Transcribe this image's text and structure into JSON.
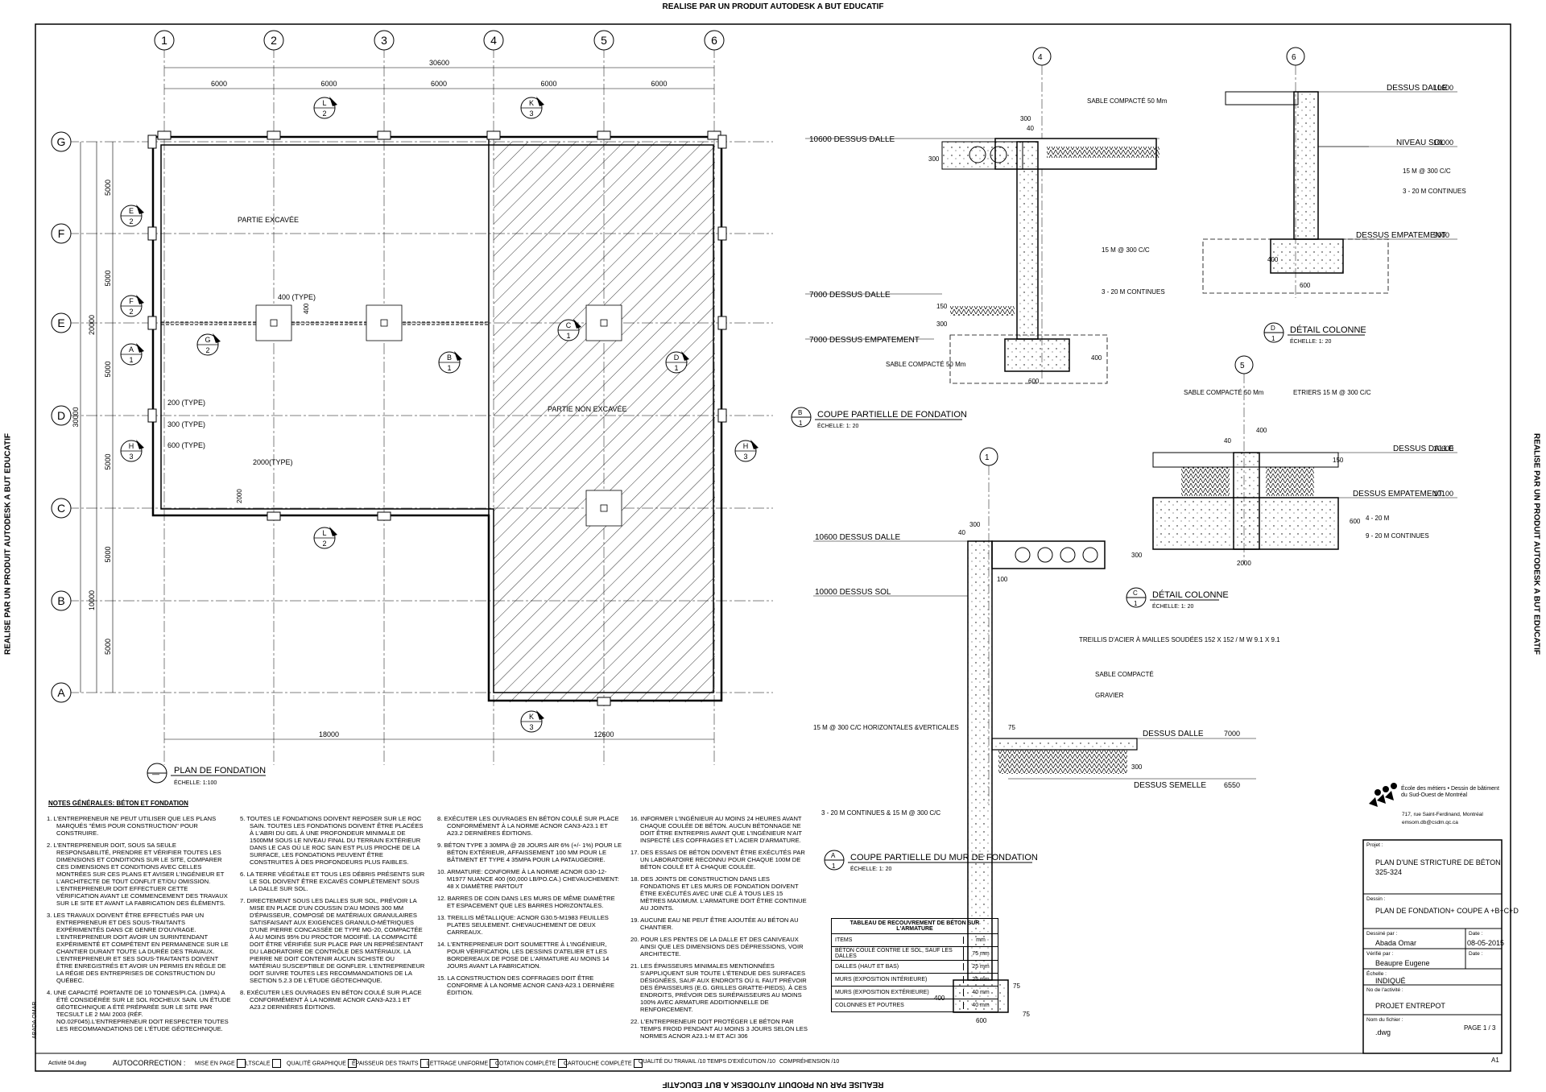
{
  "watermark": "REALISE PAR UN PRODUIT AUTODESK A BUT EDUCATIF",
  "plan": {
    "grid_columns": [
      "1",
      "2",
      "3",
      "4",
      "5",
      "6"
    ],
    "grid_rows": [
      "G",
      "F",
      "E",
      "D",
      "C",
      "B",
      "A"
    ],
    "dim_total": "30600",
    "dim_bays": [
      "6000",
      "6000",
      "6000",
      "6000",
      "6000"
    ],
    "dim_bottom": [
      "18000",
      "12600"
    ],
    "dim_left": [
      "5000",
      "5000",
      "5000",
      "5000",
      "5000",
      "5000"
    ],
    "dim_left_group": [
      "20000",
      "10000"
    ],
    "dim_left_total": "30000",
    "annotations": [
      "PARTIE EXCAVÉE",
      "PARTIE NON EXCAVÉE",
      "400 (TYPE)",
      "400",
      "200 (TYPE)",
      "300 (TYPE)",
      "600 (TYPE)",
      "2000(TYPE)",
      "2000"
    ],
    "section_marks": [
      {
        "top": "L",
        "bot": "2"
      },
      {
        "top": "K",
        "bot": "3"
      },
      {
        "top": "E",
        "bot": "2"
      },
      {
        "top": "F",
        "bot": "2"
      },
      {
        "top": "G",
        "bot": "2"
      },
      {
        "top": "A",
        "bot": "1"
      },
      {
        "top": "B",
        "bot": "1"
      },
      {
        "top": "C",
        "bot": "1"
      },
      {
        "top": "D",
        "bot": "1"
      },
      {
        "top": "H",
        "bot": "3"
      },
      {
        "top": "H",
        "bot": "3"
      },
      {
        "top": "L",
        "bot": "2"
      },
      {
        "top": "K",
        "bot": "3"
      }
    ],
    "title": "PLAN DE FONDATION",
    "scale": "ÉCHELLE: 1:100"
  },
  "sections": {
    "b": {
      "grid": "4",
      "levels": [
        "10600 DESSUS DALLE",
        "7000 DESSUS DALLE",
        "7000 DESSUS EMPATEMENT"
      ],
      "notes": [
        "SABLE COMPACTÉ 50 Mm",
        "15 M @ 300 C/C",
        "3 - 20 M CONTINUES",
        "SABLE COMPACTÉ 50 Mm"
      ],
      "dims": [
        "300",
        "40",
        "300",
        "300",
        "150",
        "400",
        "600"
      ],
      "mark": "B",
      "sheet": "1",
      "title": "COUPE PARTIELLE  DE FONDATION",
      "scale": "ÉCHELLE: 1: 20"
    },
    "d": {
      "grid": "6",
      "levels": [
        "DESSUS DALLE",
        "10600",
        "NIVEAU SOL",
        "10000",
        "DESSUS EMPATEMENT",
        "9000"
      ],
      "notes": [
        "15 M @ 300 C/C",
        "3 - 20 M CONTINUES"
      ],
      "dims": [
        "400",
        "600"
      ],
      "mark": "D",
      "sheet": "1",
      "title": "DÉTAIL COLONNE",
      "scale": "ÉCHELLE: 1: 20"
    },
    "c": {
      "grid": "5",
      "levels": [
        "DESSUS DALLE",
        "10600",
        "DESSUS EMPATEMENT",
        "10100"
      ],
      "notes": [
        "SABLE COMPACTÉ 50 Mm",
        "ETRIERS 15 M @ 300 C/C",
        "4 - 20 M",
        "9 - 20 M CONTINUES"
      ],
      "dims": [
        "400",
        "40",
        "150",
        "600",
        "2000"
      ],
      "mark": "C",
      "sheet": "1",
      "title": "DÉTAIL COLONNE",
      "scale": "ÉCHELLE: 1: 20"
    },
    "a": {
      "grid": "1",
      "levels": [
        "10600 DESSUS DALLE",
        "10000 DESSUS SOL",
        "DESSUS DALLE",
        "7000",
        "DESSUS SEMELLE",
        "6550"
      ],
      "notes": [
        "TREILLIS D'ACIER À MAILLES SOUDÉES 152 X 152 / M W 9.1 X 9.1",
        "SABLE COMPACTÉ",
        "GRAVIER",
        "15 M @ 300 C/C HORIZONTALES &VERTICALES",
        "3 - 20 M CONTINUES & 15 M @ 300 C/C"
      ],
      "dims": [
        "300",
        "40",
        "300",
        "100",
        "75",
        "300",
        "400",
        "75",
        "75",
        "600"
      ],
      "mark": "A",
      "sheet": "1",
      "title": "COUPE PARTIELLE  DU MUR DE FONDATION",
      "scale": "ÉCHELLE: 1: 20"
    }
  },
  "notes_title": "NOTES GÉNÉRALES: BÉTON ET FONDATION",
  "notes": [
    "1. L'ENTREPRENEUR NE PEUT UTILISER QUE LES PLANS MARQUÉS \"ÉMIS POUR CONSTRUCTION\" POUR CONSTRUIRE.",
    "2. L'ENTREPRENEUR DOIT, SOUS SA SEULE RESPONSABILITÉ, PRENDRE ET VÉRIFIER TOUTES LES DIMENSIONS ET CONDITIONS SUR LE SITE, COMPARER CES DIMENSIONS ET CONDITIONS AVEC CELLES MONTRÉES SUR CES PLANS ET AVISER L'INGÉNIEUR ET L'ARCHITECTE DE TOUT CONFLIT ET/OU OMISSION. L'ENTREPRENEUR DOIT EFFECTUER CETTE VÉRIFICATION AVANT LE COMMENCEMENT DES TRAVAUX SUR LE SITE ET AVANT LA FABRICATION DES ÉLÉMENTS.",
    "3. LES TRAVAUX DOIVENT ÊTRE EFFECTUÉS PAR UN ENTREPRENEUR ET DES SOUS-TRAITANTS EXPÉRIMENTÉS DANS CE GENRE D'OUVRAGE. L'ENTREPRENEUR DOIT AVOIR UN SURINTENDANT EXPÉRIMENTÉ ET COMPÉTENT EN PERMANENCE SUR LE CHANTIER DURANT TOUTE LA DURÉE DES TRAVAUX. L'ENTREPRENEUR ET SES SOUS-TRAITANTS DOIVENT ÊTRE ENREGISTRÉS ET AVOIR UN PERMIS EN RÈGLE DE LA RÉGIE DES ENTREPRISES DE CONSTRUCTION DU QUÉBEC.",
    "4. UNE CAPACITÉ PORTANTE DE 10 TONNES/pi.ca. (1MPa) A ÉTÉ CONSIDÉRÉE SUR LE SOL ROCHEUX SAIN. UN ÉTUDE GÉOTECHNIQUE A ÉTÉ PRÉPARÉE SUR LE SITE PAR TECSULT LE 2 MAI 2003 (RÉF. NO.02F045).L'ENTREPRENEUR DOIT RESPECTER TOUTES LES RECOMMANDATIONS DE L'ÉTUDE GÉOTECHNIQUE.",
    "5. TOUTES LE FONDATIONS DOIVENT REPOSER SUR LE ROC SAIN. TOUTES LES FONDATIONS DOIVENT ÊTRE PLACÉES À L'ABRI DU GEL À UNE PROFONDEUR MINIMALE DE 1500mm SOUS LE NIVEAU FINAL DU TERRAIN EXTÉRIEUR DANS LE CAS OÙ LE ROC SAIN EST PLUS PROCHE DE LA SURFACE, LES FONDATIONS PEUVENT ÊTRE CONSTRUITES À DES PROFONDEURS PLUS FAIBLES.",
    "6. LA TERRE VÉGÉTALE ET TOUS LES DÉBRIS PRÉSENTS SUR LE SOL DOIVENT ÊTRE EXCAVÉS COMPLÈTEMENT SOUS LA DALLE SUR SOL.",
    "7. DIRECTEMENT SOUS LES DALLES SUR SOL, PRÉVOIR LA MISE EN PLACE D'UN COUSSIN D'AU MOINS 300 mm D'ÉPAISSEUR, COMPOSÉ DE MATÉRIAUX GRANULAIRES SATISFAISANT AUX EXIGENCES GRANULO-MÉTRIQUES D'UNE PIERRE CONCASSÉE DE TYPE MG-20, COMPACTÉE À AU MOINS 95% DU PROCTOR MODIFIÉ. LA COMPACITÉ DOIT ÊTRE VÉRIFIÉE SUR PLACE PAR UN REPRÉSENTANT DU LABORATOIRE DE CONTRÔLE DES MATÉRIAUX. LA PIERRE NE DOIT CONTENIR AUCUN SCHISTE OU MATÉRIAU SUSCEPTIBLE DE GONFLER. L'ENTREPRENEUR DOIT SUIVRE TOUTES LES RECOMMANDATIONS DE LA SECTION 5.2.3 DE L'ÉTUDE GÉOTECHNIQUE.",
    "8. EXÉCUTER LES OUVRAGES EN BÉTON COULÉ SUR PLACE CONFORMÉMENT À LA NORME ACNOR CAN3-A23.1 ET A23.2 DERNIÈRES ÉDITIONS.",
    "8. EXÉCUTER LES OUVRAGES EN BÉTON COULÉ SUR PLACE CONFORMÉMENT À LA NORME ACNOR CAN3-A23.1 ET A23.2 DERNIÈRES ÉDITIONS.",
    "9. BÉTON TYPE 3 30MPa @ 28 JOURS AIR 6% (+/- 1%) POUR LE BÉTON EXTÉRIEUR, AFFAISSEMENT 100 mm POUR LE BÂTIMENT ET TYPE 4 35MPa POUR LA PATAUGEOIRE.",
    "10. ARMATURE: CONFORME À LA NORME ACNOR G30-12-M1977 NUANCE 400 (60,000 lb/po.ca.) CHEVAUCHEMENT: 48 X DIAMÈTRE PARTOUT",
    "12. BARRES DE COIN DANS LES MURS DE MÊME DIAMÈTRE ET ESPACEMENT QUE LES BARRES HORIZONTALES.",
    "13. TREILLIS MÉTALLIQUE: ACNOR G30.5-M1983 FEUILLES PLATES SEULEMENT. CHEVAUCHEMENT DE DEUX CARREAUX.",
    "14. L'ENTREPRENEUR DOIT SOUMETTRE À L'INGÉNIEUR, POUR VÉRIFICATION, LES DESSINS D'ATELIER ET LES BORDEREAUX DE POSE DE L'ARMATURE AU MOINS 14 JOURS AVANT LA FABRICATION.",
    "15. LA CONSTRUCTION DES COFFRAGES DOIT ÊTRE CONFORME À LA NORME ACNOR CAN3-A23.1 DERNIÈRE ÉDITION.",
    "16. INFORMER L'INGÉNIEUR AU MOINS 24 HEURES AVANT CHAQUE COULÉE DE BÉTON. AUCUN BÉTONNAGE NE DOIT ÊTRE ENTREPRIS AVANT QUE L'INGÉNIEUR N'AIT INSPECTÉ LES COFFRAGES ET L'ACIER D'ARMATURE.",
    "17. DES ESSAIS DE BÉTON DOIVENT ÊTRE EXÉCUTÉS PAR UN LABORATOIRE RECONNU POUR CHAQUE 100m DE BÉTON COULÉ ET À CHAQUE COULÉE.",
    "18. DES JOINTS DE CONSTRUCTION DANS LES FONDATIONS ET LES MURS DE FONDATION DOIVENT ÊTRE EXÉCUTÉS AVEC UNE CLÉ À TOUS LES 15 MÈTRES MAXIMUM. L'ARMATURE DOIT ÊTRE CONTINUE AU JOINTS.",
    "19. AUCUNE EAU NE PEUT ÊTRE AJOUTÉE AU BÉTON AU CHANTIER.",
    "20. POUR LES PENTES DE LA DALLE ET DES CANIVEAUX AINSI QUE LES DIMENSIONS DES DÉPRESSIONS, VOIR ARCHITECTE.",
    "21. LES ÉPAISSEURS MINIMALES MENTIONNÉES S'APPLIQUENT SUR TOUTE L'ÉTENDUE DES SURFACES DÉSIGNÉES, SAUF AUX ENDROITS OÙ IL FAUT PRÉVOIR DES ÉPAISSEURS (e.g. GRILLES GRATTE-PIEDS). À CES ENDROITS, PRÉVOIR DES SURÉPAISSEURS AU MOINS 100% AVEC ARMATURE ADDITIONNELLE DE RENFORCEMENT.",
    "22. L'ENTREPRENEUR DOIT PROTÉGER LE BÉTON PAR TEMPS FROID PENDANT AU MOINS 3 JOURS SELON LES NORMES ACNOR A23.1-M ET ACI 306"
  ],
  "rebar_table": {
    "title": "TABLEAU DE RECOUVREMENT DE BÉTON SUR L'ARMATURE",
    "headers": [
      "ITEMS",
      "mm"
    ],
    "rows": [
      [
        "BÉTON COULÉ CONTRE LE SOL, SAUF LES DALLES",
        "75 mm"
      ],
      [
        "DALLES (HAUT ET BAS)",
        "25 mm"
      ],
      [
        "MURS (EXPOSITION INTÉRIEURE)",
        "25 mm"
      ],
      [
        "MURS (EXPOSITION EXTÉRIEURE)",
        "40 mm"
      ],
      [
        "COLONNES ET POUTRES",
        "40 mm"
      ]
    ]
  },
  "autocorrection": {
    "label": "AUTOCORRECTION :",
    "items": [
      "MISE EN PAGE",
      "LTSCALE",
      "QUALITÉ GRAPHIQUE",
      "ÉPAISSEUR DES TRAITS",
      "LETTRAGE UNIFORME",
      "COTATION COMPLÈTE",
      "CARTOUCHE COMPLÈTE"
    ],
    "scored": [
      "QUALITÉ DU TRAVAIL  /10",
      "TEMPS D'EXÉCUTION  /10",
      "COMPRÉHENSION  /10"
    ]
  },
  "margin": {
    "author": "ABADA OMAR",
    "file": "Activité 04.dwg"
  },
  "title_block": {
    "school_name": "École des métiers • Dessin de bâtiment du Sud-Ouest de Montréal",
    "school_address": "717, rue Saint-Ferdinand, Montréal",
    "school_email": "emsom.db@csdm.qc.ca",
    "projet_label": "Projet :",
    "projet": "PLAN D'UNE STRICTURE DE BÉTON",
    "projet_code": "325-324",
    "dessin_label": "Dessin :",
    "dessin": "PLAN DE FONDATION+ COUPE A +B+C+D",
    "dessine_label": "Dessiné par :",
    "dessine": "Abada Omar",
    "date_label": "Date :",
    "date": "08-05-2015",
    "verifie_label": "Vérifié par :",
    "verifie": "Beaupre Eugene",
    "date2_label": "Date :",
    "echelle_label": "Échelle :",
    "echelle": "INDIQUÉ",
    "activite_label": "No de l'activité :",
    "activite": "PROJET ENTREPOT",
    "fichier_label": "Nom du fichier :",
    "fichier": ".dwg",
    "page": "PAGE 1 / 3",
    "format": "A1"
  }
}
